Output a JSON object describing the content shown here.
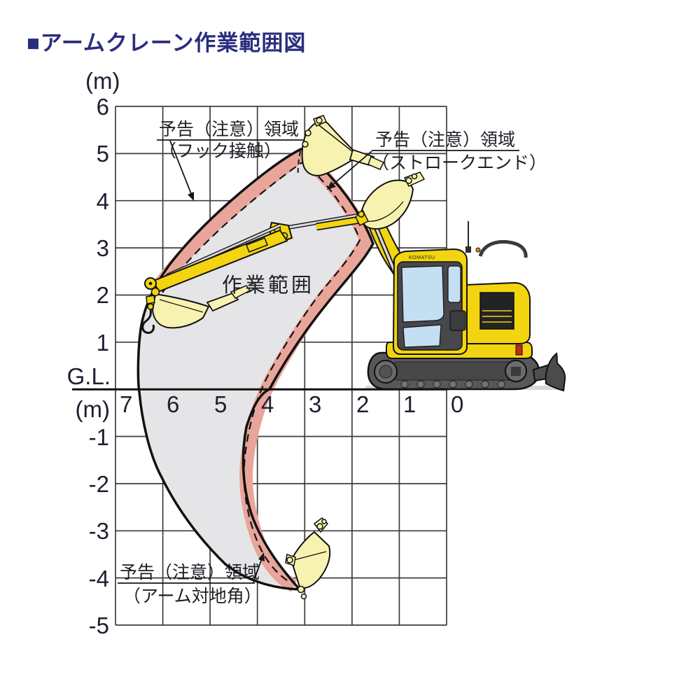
{
  "title": "■アームクレーン作業範囲図",
  "axis": {
    "unit_top": "(m)",
    "unit_left": "(m)",
    "ground_line": "G.L.",
    "y_ticks": [
      "6",
      "5",
      "4",
      "3",
      "2",
      "1"
    ],
    "y_ticks_negative": [
      "-1",
      "-2",
      "-3",
      "-4",
      "-5"
    ],
    "x_ticks": [
      "7",
      "6",
      "5",
      "4",
      "3",
      "2",
      "1",
      "0"
    ]
  },
  "labels": {
    "work_area": "作業範囲",
    "annotation_hook": {
      "line1": "予告（注意）領域",
      "line2": "（フック接触）"
    },
    "annotation_stroke_end": {
      "line1": "予告（注意）領域",
      "line2": "（ストロークエンド）"
    },
    "annotation_arm_angle": {
      "line1": "予告（注意）領域",
      "line2": "（アーム対地角）"
    }
  },
  "machine": {
    "brand": "KOMATSU"
  },
  "colors": {
    "title_navy": "#292d7f",
    "warning_band_pink": "#e9a59a",
    "work_area_gray": "#e5e5e7",
    "machine_yellow": "#f2d411",
    "bucket_pale_yellow": "#f7f2b0",
    "track_gray": "#58585a",
    "window_blue": "#c4def2",
    "grid_line": "#3d3d3d",
    "text_dark": "#1c2026"
  },
  "diagram_data": {
    "type": "working-range-diagram",
    "x_axis_m": [
      7,
      6,
      5,
      4,
      3,
      2,
      1,
      0
    ],
    "y_axis_m": [
      6,
      5,
      4,
      3,
      2,
      1,
      0,
      -1,
      -2,
      -3,
      -4,
      -5
    ],
    "ground_level_y_m": 0,
    "work_area": {
      "max_reach_m": 6.5,
      "max_height_m": 5.1,
      "max_depth_m": -4.3,
      "top_point_m": [
        3.1,
        5.1
      ],
      "max_reach_at_gl_m": [
        6.5,
        0
      ],
      "bottom_tip_m": [
        3.1,
        -4.3
      ]
    },
    "warning_zones": [
      {
        "label": "予告（注意）領域（フック接触）",
        "location": "upper-left arc of outer boundary"
      },
      {
        "label": "予告（注意）領域（ストロークエンド）",
        "location": "upper-right arc of outer boundary"
      },
      {
        "label": "予告（注意）領域（アーム対地角）",
        "location": "inner boundary below ground level"
      }
    ]
  }
}
